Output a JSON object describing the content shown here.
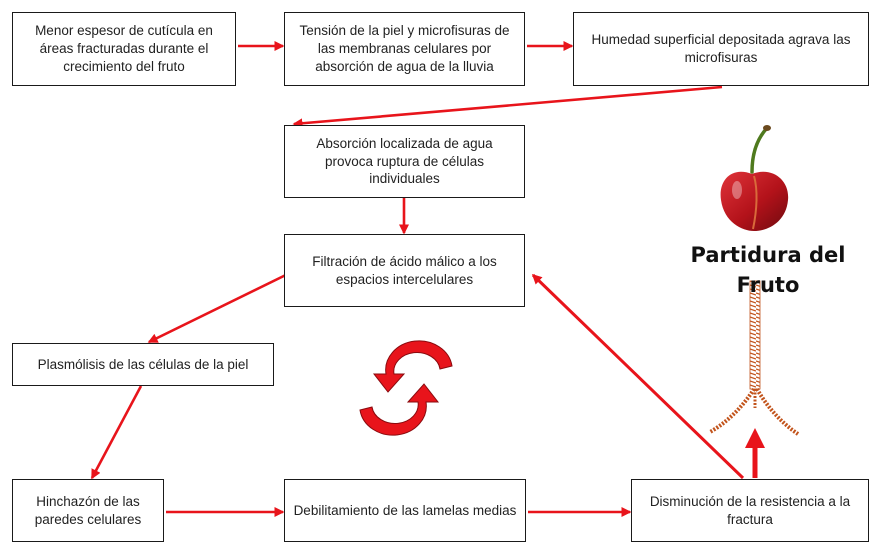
{
  "title": "Partidura del Fruto",
  "colors": {
    "arrow": "#e8141b",
    "cycle_arrow": "#e8141b",
    "box_border": "#1a1a1a",
    "zipper": "#c2541c",
    "fruit": "#b3121a",
    "stem": "#4f7a1e"
  },
  "icons": {
    "fruit": "cherry-icon",
    "split": "zipper-icon",
    "cycle": "cycle-arrows-icon"
  },
  "boxes": {
    "b1": "Menor espesor de cutícula en áreas fracturadas durante el crecimiento del fruto",
    "b2": "Tensión de la piel y microfisuras de las membranas celulares por absorción de agua de la lluvia",
    "b3": "Humedad superficial depositada agrava las microfisuras",
    "b4": "Absorción localizada de agua provoca ruptura de células individuales",
    "b5": "Filtración de ácido málico a los espacios intercelulares",
    "b6": "Plasmólisis de las células de la piel",
    "b7": "Hinchazón de las paredes celulares",
    "b8": "Debilitamiento de las lamelas medias",
    "b9": "Disminución de la resistencia a la fractura"
  }
}
